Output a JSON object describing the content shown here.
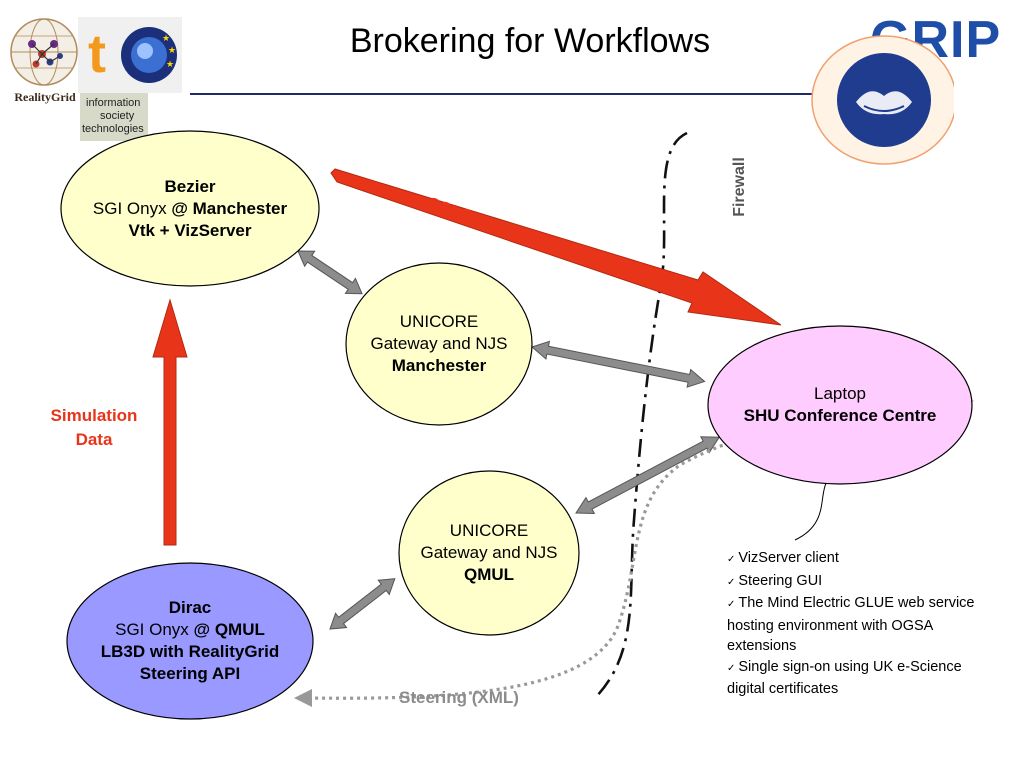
{
  "slide": {
    "title": "Brokering for Workflows"
  },
  "logos": {
    "realitygrid": {
      "label": "RealityGrid"
    },
    "ist": {
      "lines": [
        "information",
        "society",
        "technologies"
      ]
    },
    "grip": {
      "label": "GRIP"
    }
  },
  "nodes": {
    "bezier": {
      "name": "Bezier",
      "line2_plain": "SGI Onyx ",
      "line2_bold": "@ Manchester",
      "line3": "Vtk + VizServer"
    },
    "unicore_manchester": {
      "line1": "UNICORE",
      "line2": "Gateway and NJS",
      "line3": "Manchester"
    },
    "laptop": {
      "line1": "Laptop",
      "line2": "SHU Conference Centre"
    },
    "unicore_qmul": {
      "line1": "UNICORE",
      "line2": "Gateway and NJS",
      "line3": "QMUL"
    },
    "dirac": {
      "name": "Dirac",
      "line2_plain": "SGI Onyx ",
      "line2_bold": "@ QMUL",
      "line3": "LB3D with RealityGrid",
      "line4": "Steering API"
    }
  },
  "labels": {
    "vizserver": "SGI OpenGL VizServer",
    "firewall": "Firewall",
    "simulation_1": "Simulation",
    "simulation_2": "Data",
    "steering": "Steering (XML)"
  },
  "features": [
    "VizServer client",
    "Steering GUI",
    "The Mind Electric GLUE web service hosting environment with OGSA extensions",
    "Single sign-on using UK e-Science digital certificates"
  ],
  "colors": {
    "title_rule": "#1f2a6b",
    "yellow_node": "#ffffcc",
    "laptop_node": "#ffccff",
    "dirac_node": "#9999ff",
    "red_arrow": "#e8351a",
    "gray_arrow": "#8c8c8c",
    "firewall_line": "#111111"
  }
}
